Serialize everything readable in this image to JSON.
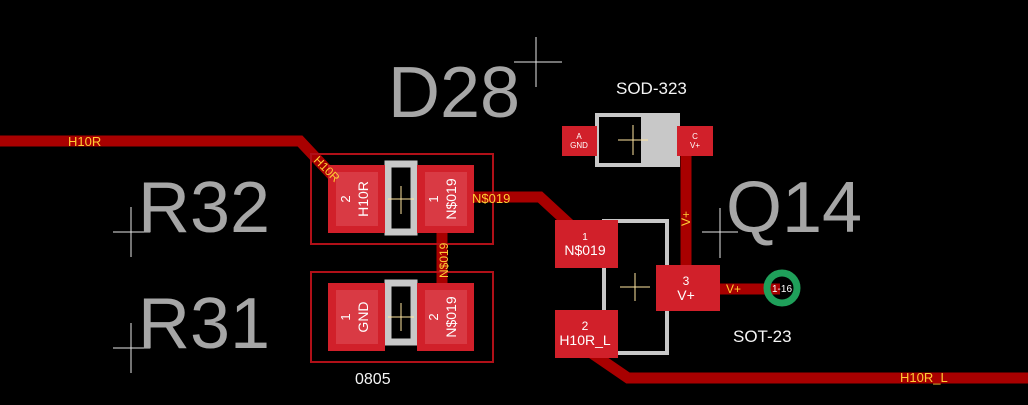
{
  "colors": {
    "background": "#000000",
    "trace": "#a80000",
    "pad": "#d1202a",
    "pad_light": "#e0505a",
    "silk_outline": "#b01018",
    "body_outline": "#c8c8c8",
    "refdes": "#a6a6a6",
    "label": "#f5f5f5",
    "net_label": "#ffcc33",
    "via": "#1fa05a",
    "cross": "#e6e6e6"
  },
  "refdes": {
    "d28": "D28",
    "r32": "R32",
    "r31": "R31",
    "q14": "Q14"
  },
  "packages": {
    "sod323": "SOD-323",
    "r0805": "0805",
    "sot23": "SOT-23"
  },
  "nets": {
    "h10r_left": "H10R",
    "h10r_diag": "H10R",
    "n019_trace": "N$019",
    "n019_vertical": "N$019",
    "vplus_vertical": "V+",
    "vplus_horizontal": "V+",
    "h10r_l_trace": "H10R_L"
  },
  "via": {
    "label": "1-16"
  },
  "pads": {
    "r32_p2_num": "2",
    "r32_p2_net": "H10R",
    "r32_p1_num": "1",
    "r32_p1_net": "N$019",
    "r31_p1_num": "1",
    "r31_p1_net": "GND",
    "r31_p2_num": "2",
    "r31_p2_net": "N$019",
    "d28_a_num": "A",
    "d28_a_net": "GND",
    "d28_c_num": "C",
    "d28_c_net": "V+",
    "q14_p1_num": "1",
    "q14_p1_net": "N$019",
    "q14_p2_num": "2",
    "q14_p2_net": "H10R_L",
    "q14_p3_num": "3",
    "q14_p3_net": "V+"
  }
}
